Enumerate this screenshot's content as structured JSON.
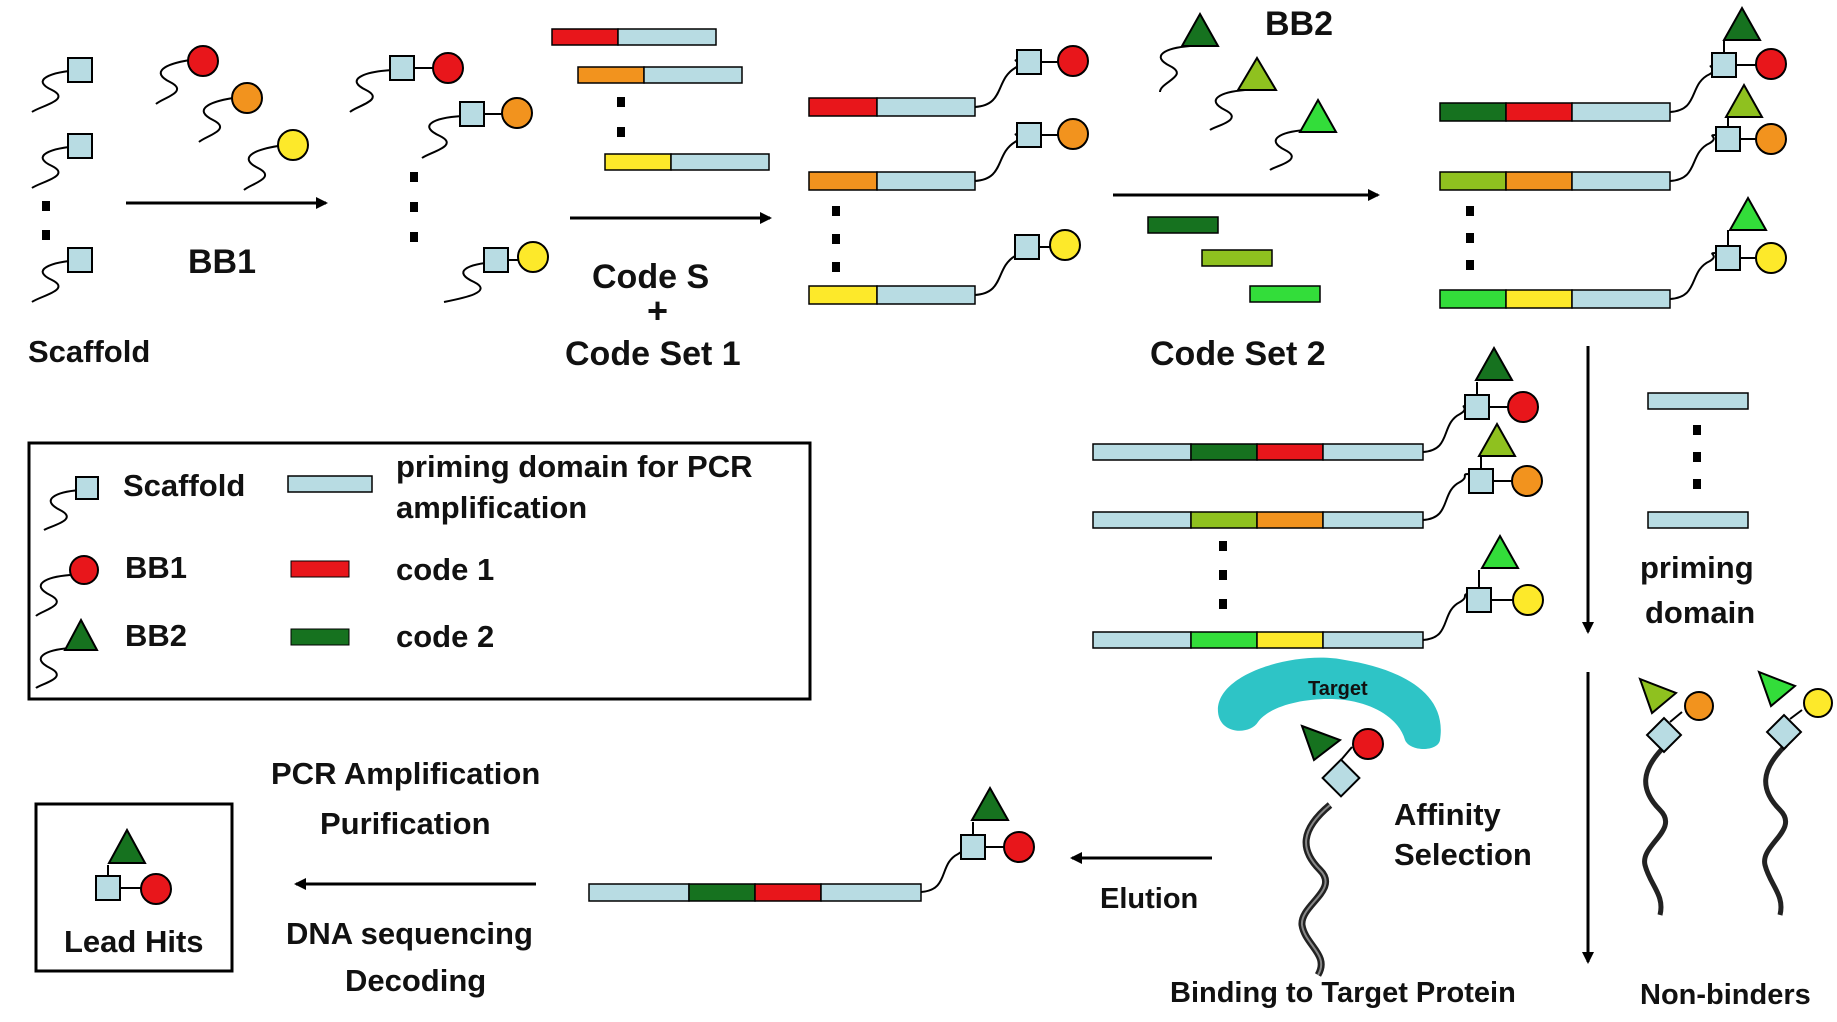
{
  "labels": {
    "bb1": "BB1",
    "bb2": "BB2",
    "scaffold": "Scaffold",
    "code_s": "Code S",
    "plus": "+",
    "code_set_1": "Code Set 1",
    "code_set_2": "Code Set 2",
    "priming_domain_1": "priming",
    "priming_domain_2": "domain",
    "target": "Target",
    "affinity_1": "Affinity",
    "affinity_2": "Selection",
    "binding": "Binding to Target Protein",
    "non_binders": "Non-binders",
    "elution": "Elution",
    "pcr_amplification": "PCR Amplification",
    "purification": "Purification",
    "dna_sequencing": "DNA sequencing",
    "decoding": "Decoding",
    "lead_hits": "Lead Hits"
  },
  "legend": {
    "scaffold": "Scaffold",
    "bb1": "BB1",
    "bb2": "BB2",
    "priming_1": "priming domain for PCR",
    "priming_2": "amplification",
    "code1": "code 1",
    "code2": "code 2"
  },
  "colors": {
    "scaffold_fill": "#b8dce3",
    "primer": "#b8dce3",
    "red": "#e8161b",
    "orange": "#f2931e",
    "yellow": "#fde92a",
    "dark_green": "#16721f",
    "mid_green": "#8fc11f",
    "light_green": "#33dd3a",
    "target": "#2ec4c6"
  }
}
